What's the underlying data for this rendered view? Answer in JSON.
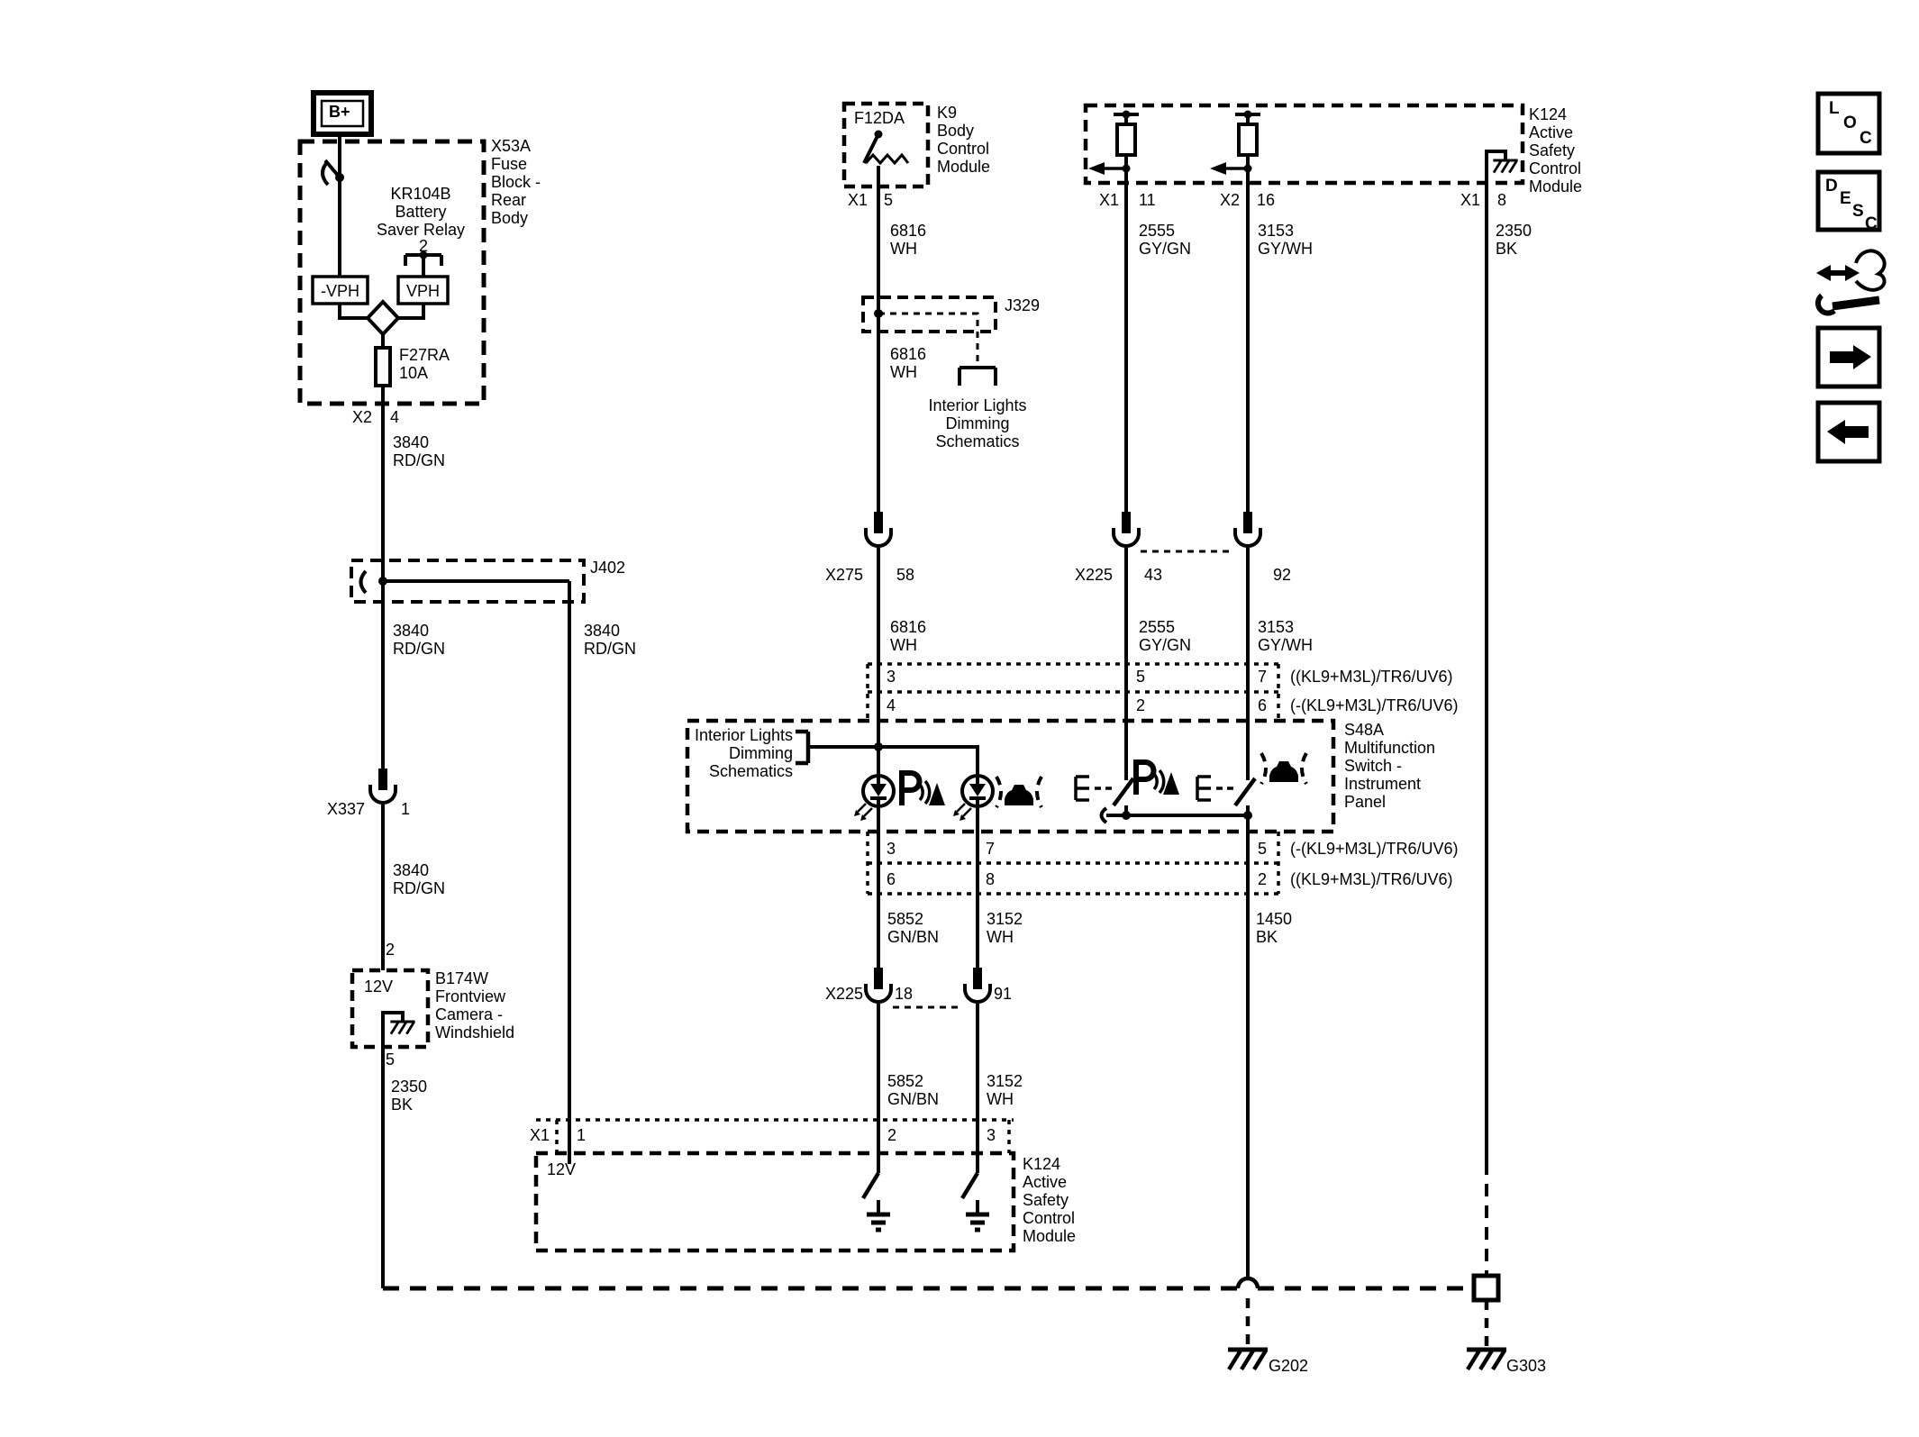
{
  "power": {
    "b_plus": "B+",
    "fuse_block_label": "X53A\nFuse\nBlock -\nRear\nBody",
    "relay_label": "KR104B\nBattery\nSaver Relay",
    "relay_pin": "2",
    "vph_neg": "-VPH",
    "vph_pos": "VPH",
    "fuse_label": "F27RA\n10A",
    "conn": "X2",
    "pin": "4"
  },
  "modules": {
    "bcm_fuse": "F12DA",
    "bcm_label": "K9\nBody\nControl\nModule",
    "bcm_conn": "X1",
    "bcm_pin": "5",
    "ascm_label": "K124\nActive\nSafety\nControl\nModule",
    "ascm_top_conn1": "X1",
    "ascm_top_pin1": "11",
    "ascm_top_conn2": "X2",
    "ascm_top_pin2": "16",
    "ascm_top_conn3": "X1",
    "ascm_top_pin3": "8",
    "ascm_bot_conn": "X1",
    "ascm_bot_pin1": "1",
    "ascm_bot_pin2": "2",
    "ascm_bot_pin3": "3",
    "ascm_bot_internal": "12V",
    "camera_label": "B174W\nFrontview\nCamera -\nWindshield",
    "camera_pin_in": "2",
    "camera_internal": "12V",
    "camera_pin_out": "5",
    "mfs_label": "S48A\nMultifunction\nSwitch -\nInstrument\nPanel"
  },
  "refs": {
    "dimming": "Interior Lights\nDimming\nSchematics"
  },
  "splices": {
    "j402": "J402",
    "j329": "J329"
  },
  "connectors": {
    "x337": "X337",
    "x337_pin": "1",
    "x275": "X275",
    "x275_pin": "58",
    "x225_upper": "X225",
    "x225_upper_pin1": "43",
    "x225_upper_pin2": "92",
    "x225_lower": "X225",
    "x225_lower_pin1": "18",
    "x225_lower_pin2": "91"
  },
  "strip_top": {
    "r1p1": "3",
    "r1p2": "5",
    "r1p3": "7",
    "r1note": "((KL9+M3L)/TR6/UV6)",
    "r2p1": "4",
    "r2p2": "2",
    "r2p3": "6",
    "r2note": "(-(KL9+M3L)/TR6/UV6)"
  },
  "strip_bottom": {
    "r1p1": "3",
    "r1p2": "7",
    "r1p3": "5",
    "r1note": "(-(KL9+M3L)/TR6/UV6)",
    "r2p1": "6",
    "r2p2": "8",
    "r2p3": "2",
    "r2note": "((KL9+M3L)/TR6/UV6)"
  },
  "wires": {
    "w3840": "3840\nRD/GN",
    "w6816": "6816\nWH",
    "w2555": "2555\nGY/GN",
    "w3153": "3153\nGY/WH",
    "w2350": "2350\nBK",
    "w5852": "5852\nGN/BN",
    "w3152": "3152\nWH",
    "w1450": "1450\nBK"
  },
  "grounds": {
    "g202": "G202",
    "g303": "G303"
  },
  "sidebar": {
    "loc": [
      "L",
      "O",
      "C"
    ],
    "desc": [
      "D",
      "E",
      "S",
      "C"
    ]
  },
  "colors": {
    "ink": "#000000",
    "paper": "#ffffff"
  }
}
